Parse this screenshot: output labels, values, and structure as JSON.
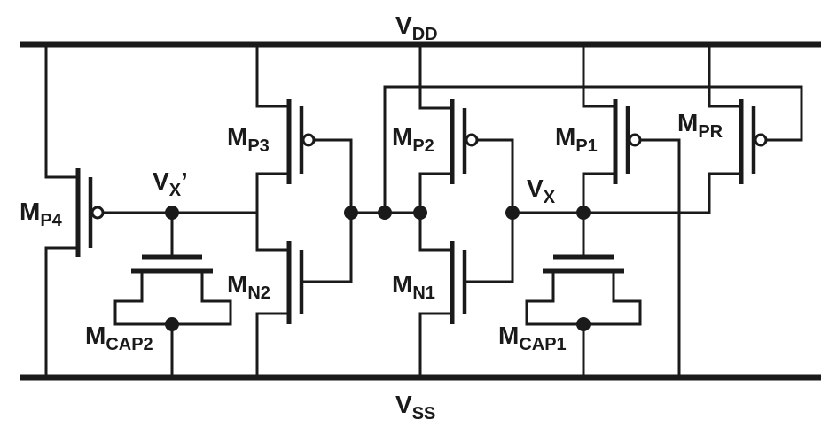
{
  "rails": {
    "vdd": {
      "main": "V",
      "sub": "DD"
    },
    "vss": {
      "main": "V",
      "sub": "SS"
    }
  },
  "nodes": {
    "vx": {
      "main": "V",
      "sub": "X"
    },
    "vx_prime": {
      "main": "V",
      "sub": "X",
      "suffix": "’"
    }
  },
  "transistors": {
    "mp4": {
      "main": "M",
      "sub": "P4"
    },
    "mp3": {
      "main": "M",
      "sub": "P3"
    },
    "mn2": {
      "main": "M",
      "sub": "N2"
    },
    "mp2": {
      "main": "M",
      "sub": "P2"
    },
    "mn1": {
      "main": "M",
      "sub": "N1"
    },
    "mp1": {
      "main": "M",
      "sub": "P1"
    },
    "mpr": {
      "main": "M",
      "sub": "PR"
    },
    "mcap2": {
      "main": "M",
      "sub": "CAP2"
    },
    "mcap1": {
      "main": "M",
      "sub": "CAP1"
    }
  }
}
